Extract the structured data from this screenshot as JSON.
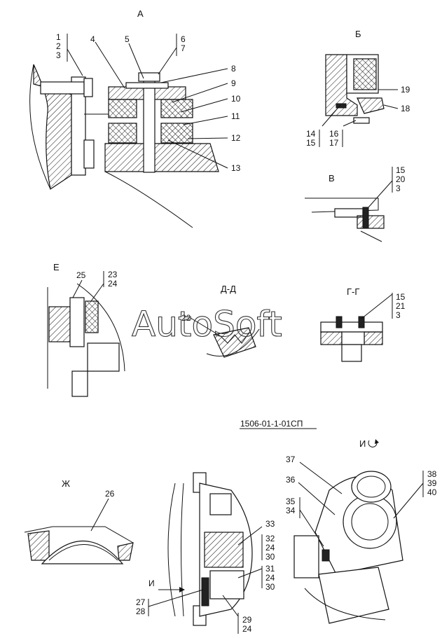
{
  "watermark": "AutoSoft",
  "drawing_code": "1506-01-1-01СП",
  "views": {
    "a": {
      "title": "А",
      "labels": [
        "1",
        "2",
        "3",
        "4",
        "5",
        "6",
        "7",
        "8",
        "9",
        "10",
        "11",
        "12",
        "13"
      ]
    },
    "b": {
      "title": "Б",
      "labels": [
        "19",
        "18",
        "14",
        "15",
        "16",
        "17"
      ]
    },
    "v": {
      "title": "В",
      "labels": [
        "15",
        "20",
        "3"
      ]
    },
    "e": {
      "title": "Е",
      "labels": [
        "25",
        "23",
        "24"
      ]
    },
    "dd": {
      "title": "Д-Д",
      "labels": [
        "22"
      ]
    },
    "gg": {
      "title": "Г-Г",
      "labels": [
        "15",
        "21",
        "3"
      ]
    },
    "zh": {
      "title": "Ж",
      "labels": [
        "26"
      ]
    },
    "main": {
      "labels": [
        "33",
        "32",
        "24",
        "30",
        "31",
        "24",
        "30",
        "27",
        "28",
        "29",
        "24",
        "И"
      ]
    },
    "i": {
      "title": "И",
      "labels": [
        "37",
        "36",
        "35",
        "34",
        "38",
        "39",
        "40"
      ]
    }
  }
}
